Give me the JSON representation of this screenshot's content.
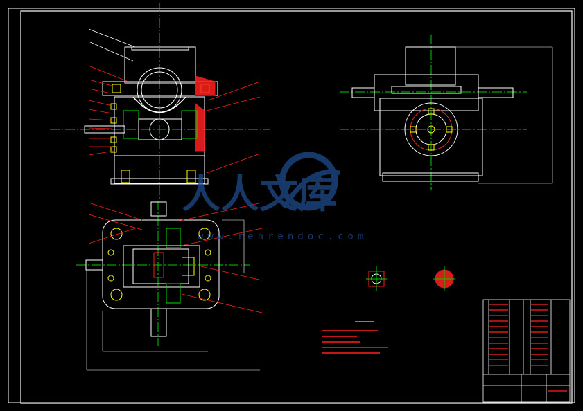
{
  "colors": {
    "background": "#000000",
    "outline": "#ffffff",
    "centerline": "#00cc00",
    "leader": "#ff2020",
    "hatch": "#ff2020",
    "bolt": "#ffff00",
    "accent_green": "#00dd00",
    "watermark": "#1e4d8c"
  },
  "watermark": {
    "text": "人人文库",
    "url": "www.renrendoc.com",
    "icon": "renrendoc-logo-icon"
  },
  "title_block": {
    "icon": "title-block-table"
  }
}
